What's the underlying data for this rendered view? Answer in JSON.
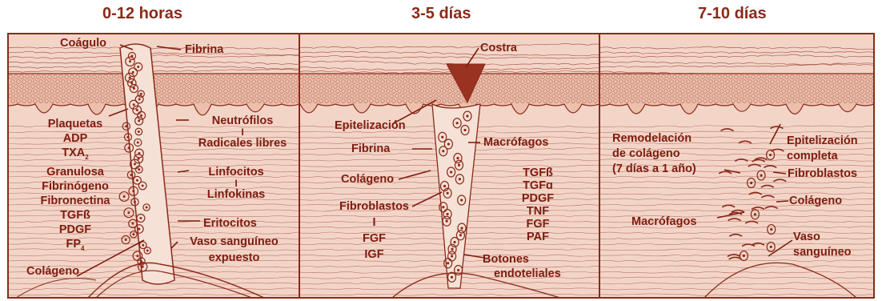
{
  "titles": [
    "0-12 horas",
    "3-5 días",
    "7-10 días"
  ],
  "colors": {
    "tissue": "#f3d5c8",
    "ink": "#8a2a1a",
    "label": "#7e1d10",
    "scab": "#9a3222"
  },
  "panel1": {
    "coagulo": "Coágulo",
    "fibrina": "Fibrina",
    "plaquetas": "Plaquetas",
    "adp": "ADP",
    "txa": "TXA",
    "txa_sub": "2",
    "granulosa": "Granulosa",
    "fibrinogeno": "Fibrinógeno",
    "fibronectina": "Fibronectina",
    "tgfb": "TGFß",
    "pdgf": "PDGF",
    "fp": "FP",
    "fp_sub": "4",
    "neutrofilos": "Neutrófilos",
    "sep1": "I",
    "radicales": "Radicales libres",
    "linfocitos": "Linfocitos",
    "sep2": "I",
    "linfokinas": "Linfokinas",
    "eritocitos": "Eritocitos",
    "vaso": "Vaso sanguíneo",
    "expuesto": "expuesto",
    "colageno": "Colágeno"
  },
  "panel2": {
    "costra": "Costra",
    "epitelizacion": "Epitelización",
    "fibrina": "Fibrina",
    "macrofagos": "Macrófagos",
    "colageno": "Colágeno",
    "fibroblastos": "Fibroblastos",
    "sep": "I",
    "fgf": "FGF",
    "igf": "IGF",
    "factors": [
      "TGFß",
      "TGFɑ",
      "PDGF",
      "TNF",
      "FGF",
      "PAF"
    ],
    "botones": "Botones",
    "endoteliales": "endoteliales"
  },
  "panel3": {
    "remodelacion": "Remodelación",
    "de_colageno": "de colágeno",
    "periodo": "(7 días a 1 año)",
    "epitelizacion": "Epitelización",
    "completa": "completa",
    "fibroblastos": "Fibroblastos",
    "colageno": "Colágeno",
    "macrofagos": "Macrófagos",
    "vaso": "Vaso",
    "sanguineo": "sanguíneo"
  }
}
